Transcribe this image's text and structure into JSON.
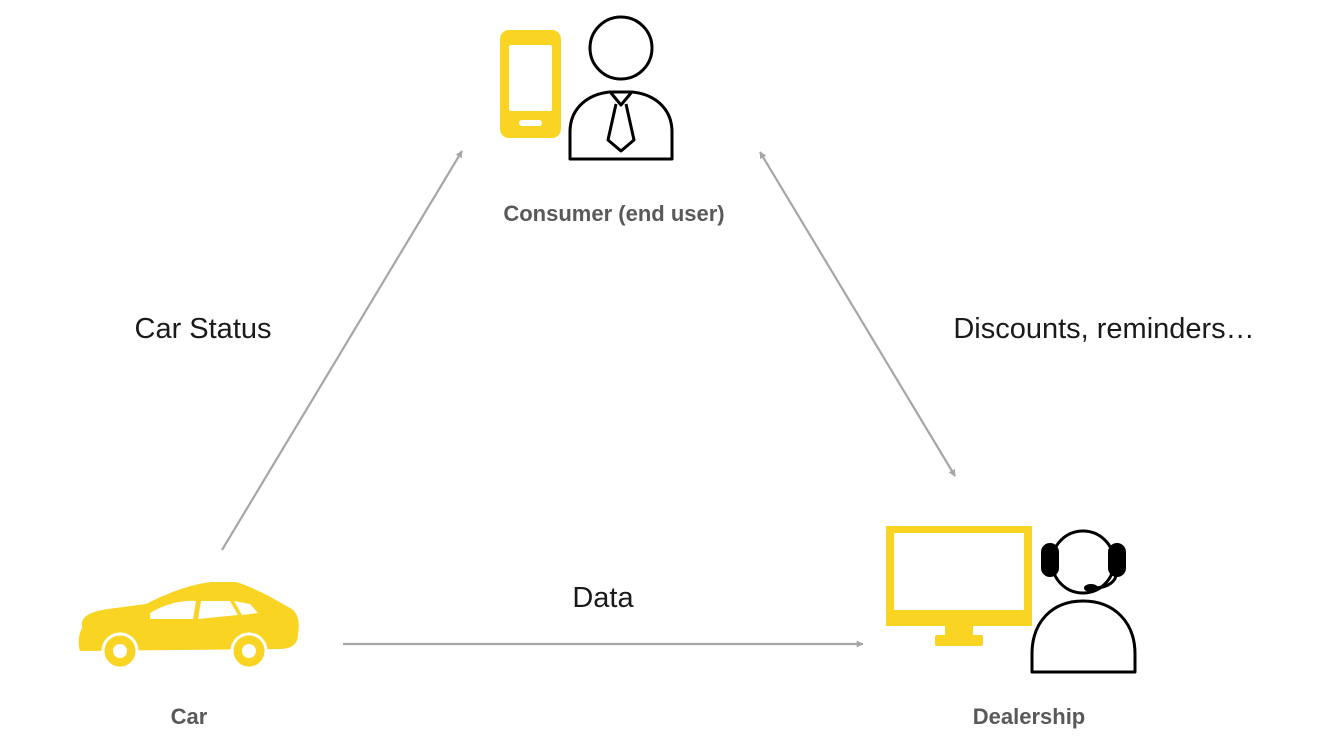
{
  "colors": {
    "icon_accent": "#F9D423",
    "icon_outline": "#000000",
    "arrow": "#A6A6A6",
    "node_label": "#595959",
    "edge_label": "#1a1a1a"
  },
  "nodes": {
    "consumer": {
      "label": "Consumer (end user)",
      "icons": [
        "smartphone-icon",
        "businessman-icon"
      ]
    },
    "car": {
      "label": "Car",
      "icons": [
        "car-icon"
      ]
    },
    "dealership": {
      "label": "Dealership",
      "icons": [
        "monitor-icon",
        "headset-agent-icon"
      ]
    }
  },
  "edges": [
    {
      "from": "car",
      "to": "consumer",
      "label": "Car Status",
      "direction": "one-way"
    },
    {
      "from": "consumer",
      "to": "dealership",
      "label": "Discounts, reminders…",
      "direction": "two-way"
    },
    {
      "from": "car",
      "to": "dealership",
      "label": "Data",
      "direction": "one-way"
    }
  ]
}
